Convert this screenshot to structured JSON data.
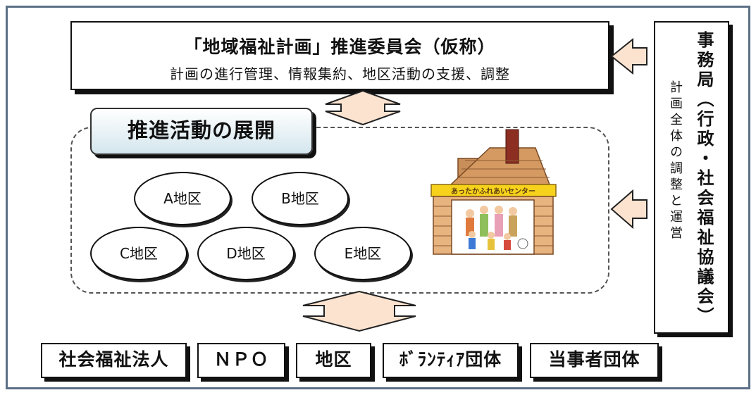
{
  "committee": {
    "title": "「地域福祉計画」推進委員会（仮称）",
    "subtitle": "計画の進行管理、情報集約、地区活動の支援、調整"
  },
  "office": {
    "title": "事務局（行政・社会福祉協議会）",
    "subtitle": "計画全体の調整と運営"
  },
  "promotion": {
    "title": "推進活動の展開"
  },
  "districts": [
    "A地区",
    "B地区",
    "C地区",
    "D地区",
    "E地区"
  ],
  "center": {
    "sign": "あったかふれあいセンター"
  },
  "organizations": [
    "社会福祉法人",
    "ＮＰＯ",
    "地区",
    "ﾎﾞﾗﾝﾃｨｱ団体",
    "当事者団体"
  ],
  "colors": {
    "frame": "#5b6f86",
    "arrow_fill": "#fbe3d0",
    "panel_top": "#ffffff",
    "panel_bottom": "#d4e6ee",
    "sign": "#f6d21c"
  }
}
